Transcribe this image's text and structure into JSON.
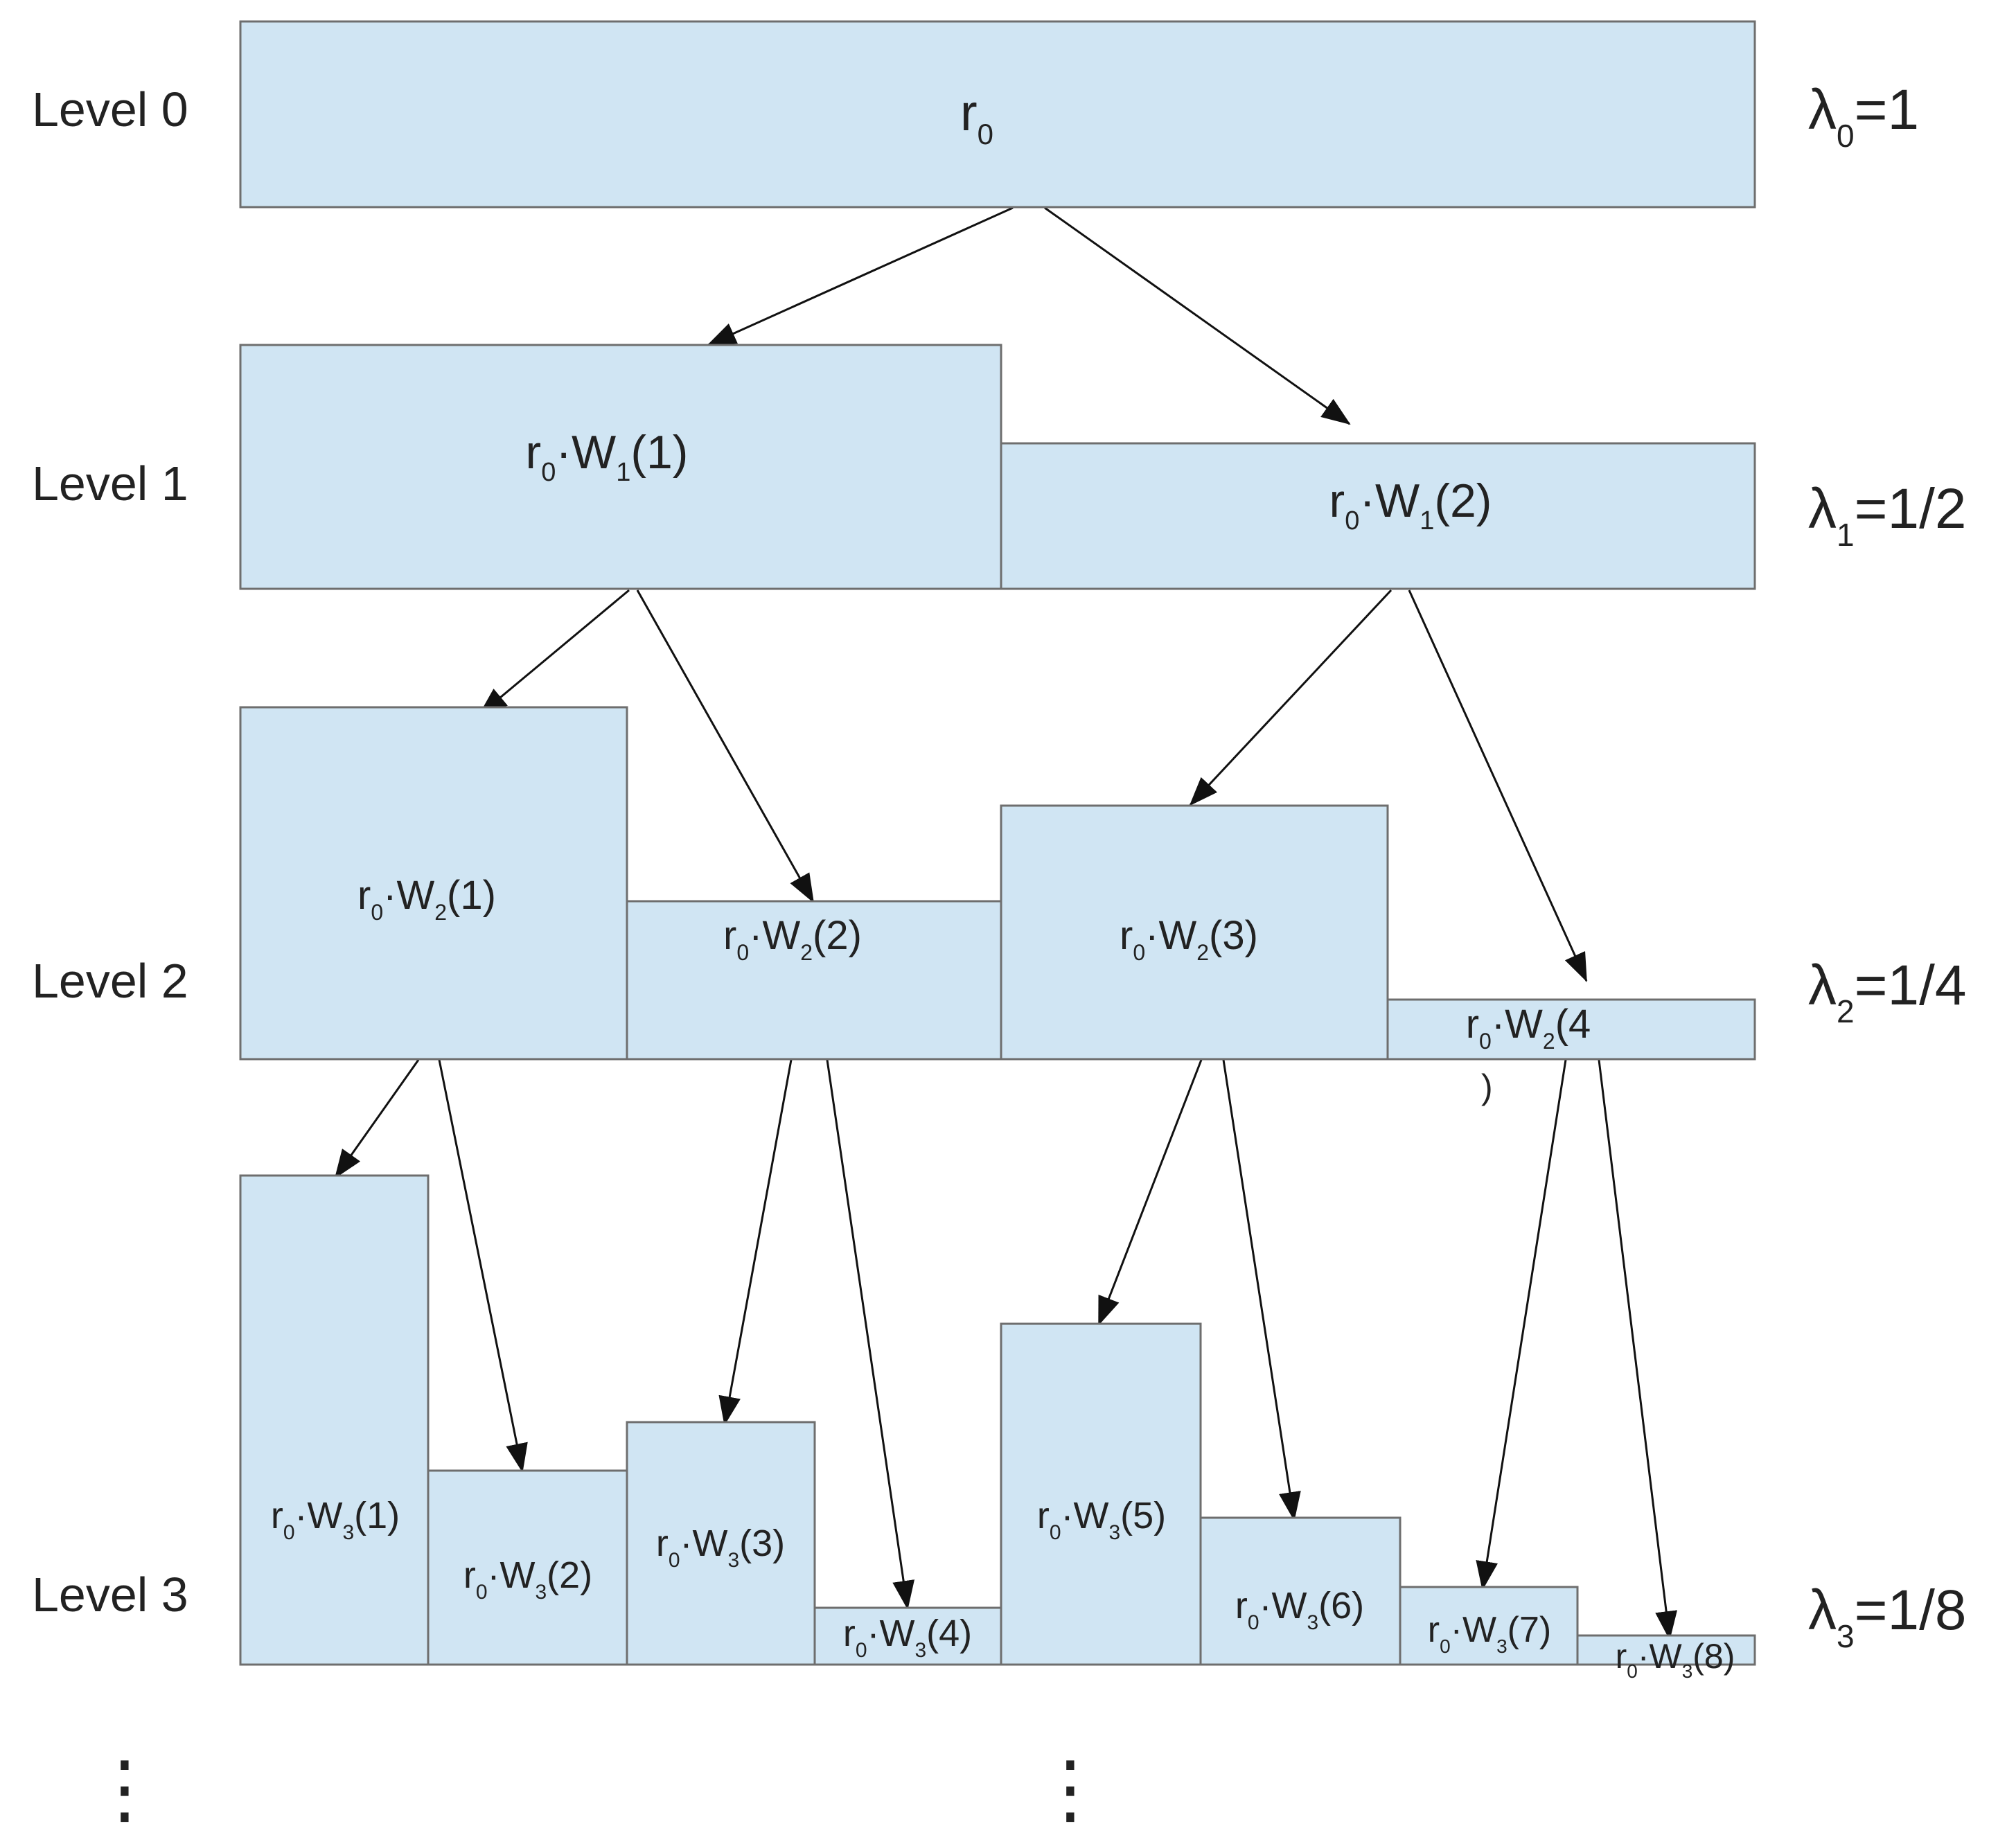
{
  "colors": {
    "box_fill": "#d0e5f3",
    "box_stroke": "#6e6e6e",
    "arrow": "#111111",
    "text": "#222222"
  },
  "levels": [
    {
      "label": "Level 0",
      "lambda_symbol": "λ",
      "lambda_sub": "0",
      "lambda_value": "=1"
    },
    {
      "label": "Level 1",
      "lambda_symbol": "λ",
      "lambda_sub": "1",
      "lambda_value": "=1/2"
    },
    {
      "label": "Level 2",
      "lambda_symbol": "λ",
      "lambda_sub": "2",
      "lambda_value": "=1/4"
    },
    {
      "label": "Level 3",
      "lambda_symbol": "λ",
      "lambda_sub": "3",
      "lambda_value": "=1/8"
    }
  ],
  "nodes": {
    "l0": [
      {
        "r": "r",
        "r_sub": "0",
        "dot": "",
        "w": "",
        "w_sub": "",
        "arg": ""
      }
    ],
    "l1": [
      {
        "r": "r",
        "r_sub": "0",
        "dot": "·",
        "w": "W",
        "w_sub": "1",
        "arg": "(1)"
      },
      {
        "r": "r",
        "r_sub": "0",
        "dot": "·",
        "w": "W",
        "w_sub": "1",
        "arg": "(2)"
      }
    ],
    "l2": [
      {
        "r": "r",
        "r_sub": "0",
        "dot": "·",
        "w": "W",
        "w_sub": "2",
        "arg": "(1)"
      },
      {
        "r": "r",
        "r_sub": "0",
        "dot": "·",
        "w": "W",
        "w_sub": "2",
        "arg": "(2)"
      },
      {
        "r": "r",
        "r_sub": "0",
        "dot": "·",
        "w": "W",
        "w_sub": "2",
        "arg": "(3)"
      },
      {
        "r": "r",
        "r_sub": "0",
        "dot": "·",
        "w": "W",
        "w_sub": "2",
        "arg": "(4",
        "overflow": ")"
      }
    ],
    "l3": [
      {
        "r": "r",
        "r_sub": "0",
        "dot": "·",
        "w": "W",
        "w_sub": "3",
        "arg": "(1)"
      },
      {
        "r": "r",
        "r_sub": "0",
        "dot": "·",
        "w": "W",
        "w_sub": "3",
        "arg": "(2)"
      },
      {
        "r": "r",
        "r_sub": "0",
        "dot": "·",
        "w": "W",
        "w_sub": "3",
        "arg": "(3)"
      },
      {
        "r": "r",
        "r_sub": "0",
        "dot": "·",
        "w": "W",
        "w_sub": "3",
        "arg": "(4)"
      },
      {
        "r": "r",
        "r_sub": "0",
        "dot": "·",
        "w": "W",
        "w_sub": "3",
        "arg": "(5)"
      },
      {
        "r": "r",
        "r_sub": "0",
        "dot": "·",
        "w": "W",
        "w_sub": "3",
        "arg": "(6)"
      },
      {
        "r": "r",
        "r_sub": "0",
        "dot": "·",
        "w": "W",
        "w_sub": "3",
        "arg": "(7)"
      },
      {
        "r": "r",
        "r_sub": "0",
        "dot": "·",
        "w": "W",
        "w_sub": "3",
        "arg": "(8)"
      }
    ]
  },
  "continuation": {
    "left": "⋮",
    "middle": "⋮"
  }
}
